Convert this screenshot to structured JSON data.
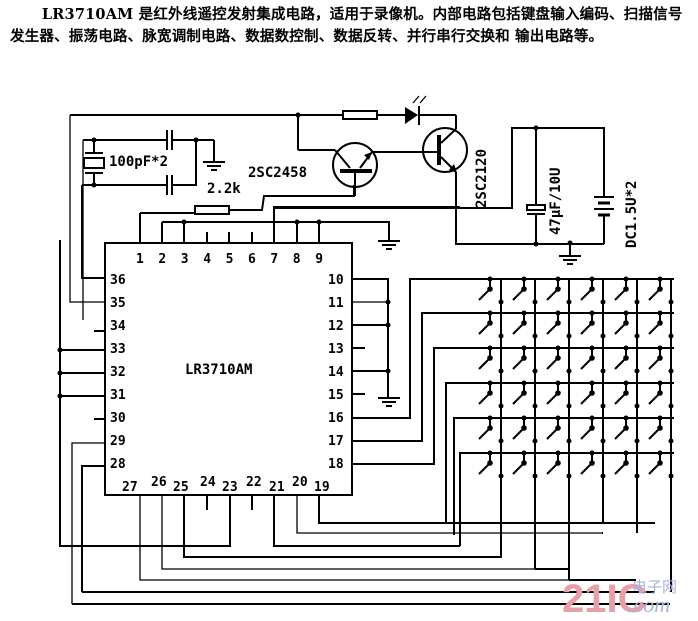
{
  "description": "LR3710AM 是红外线遥控发射集成电路，适用于录像机。内部电路包括键盘输入编码、扫描信号发生器、振荡电路、脉宽调制电路、数据数控制、数据反转、并行串行交换和 输出电路等。",
  "ic": {
    "name": "LR3710AM",
    "top_pins": [
      "1",
      "2",
      "3",
      "4",
      "5",
      "6",
      "7",
      "8",
      "9"
    ],
    "right_pins": [
      "10",
      "11",
      "12",
      "13",
      "14",
      "15",
      "16",
      "17",
      "18"
    ],
    "bottom_pins": [
      "27",
      "26",
      "25",
      "24",
      "23",
      "22",
      "21",
      "20",
      "19"
    ],
    "left_pins": [
      "36",
      "35",
      "34",
      "33",
      "32",
      "31",
      "30",
      "29",
      "28"
    ]
  },
  "components": {
    "crystal_caps": "100pF*2",
    "resistor": "2.2k",
    "transistor1": "2SC2458",
    "transistor2": "2SC2120",
    "capacitor": "47µF/10U",
    "battery": "DC1.5U*2"
  },
  "keypad": {
    "rows": 6,
    "cols": 6
  },
  "watermark": {
    "brand": "21IC",
    "cn": "电子网",
    "domain": ".com"
  }
}
